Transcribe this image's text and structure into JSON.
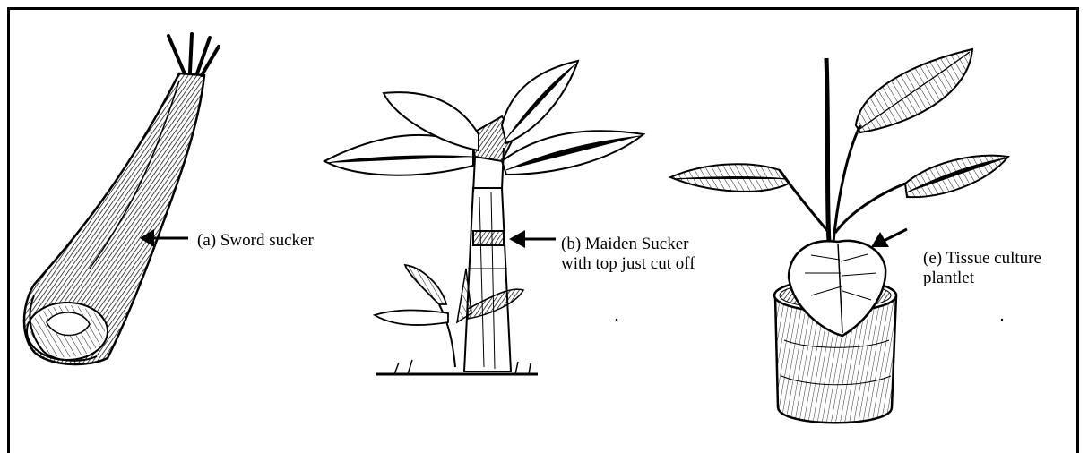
{
  "labels": {
    "a": {
      "line1": "(a) Sword sucker"
    },
    "b": {
      "line1": "(b) Maiden Sucker",
      "line2": "with top just cut off"
    },
    "e": {
      "line1": "(e) Tissue culture",
      "line2": "plantlet"
    }
  },
  "colors": {
    "ink": "#000000",
    "shade": "#3a3a3a",
    "paper": "#ffffff"
  }
}
